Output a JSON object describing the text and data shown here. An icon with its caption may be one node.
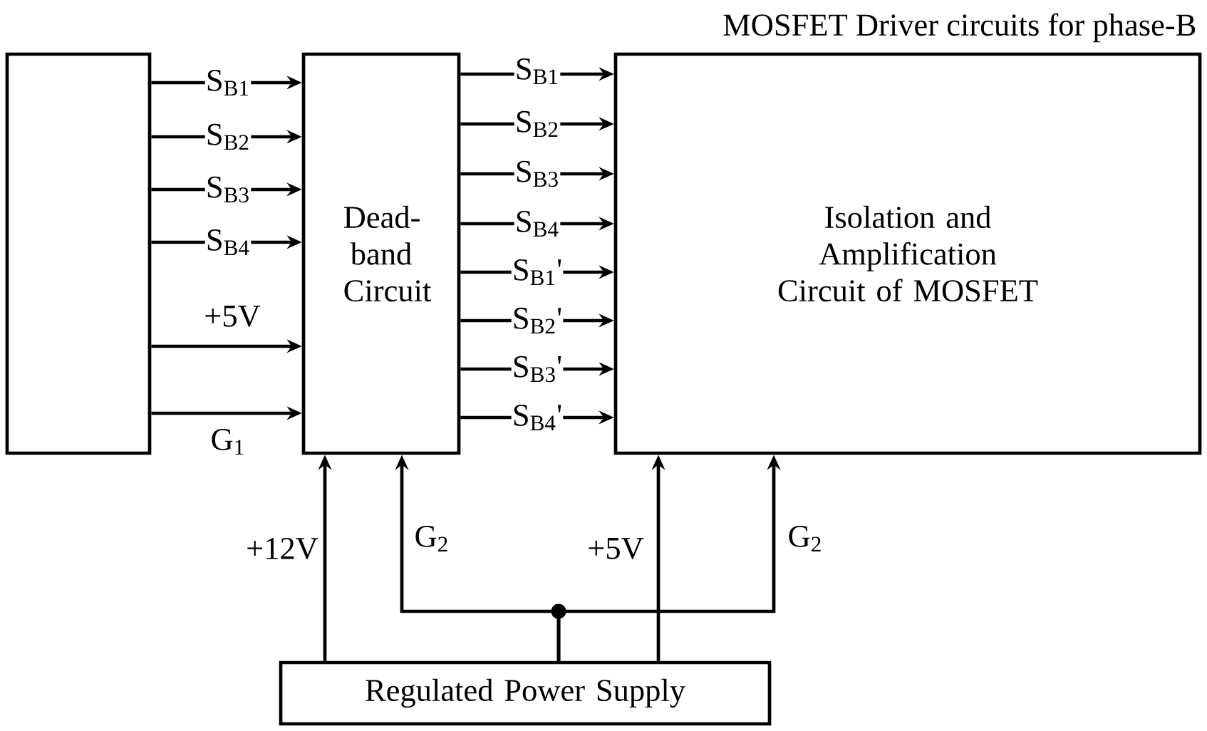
{
  "diagram": {
    "nodes": [
      {
        "text": [],
        "shape": "box"
      },
      {
        "text": [
          "Dead- band Circuit"
        ]
      },
      {
        "text": [
          "MOSFET Driver circuits for phase-B",
          "Isolation and Amplification Circuit of MOSFET"
        ]
      },
      {
        "text": [
          "Regulated Power Supply"
        ]
      }
    ],
    "edges": [
      {
        "from": 0,
        "to": 1,
        "arrow": "to",
        "label": "S$_{B1}$"
      },
      {
        "from": 0,
        "to": 1,
        "arrow": "to",
        "label": "S$_{B2}$"
      },
      {
        "from": 0,
        "to": 1,
        "arrow": "to",
        "label": "S$_{B3}$"
      },
      {
        "from": 0,
        "to": 1,
        "arrow": "to",
        "label": "S$_{B4}$"
      },
      {
        "from": 0,
        "to": 1,
        "arrow": "to",
        "label": "+5V"
      },
      {
        "from": 0,
        "to": 1,
        "arrow": "to",
        "label": "G$_{1}$"
      },
      {
        "from": 1,
        "to": 2,
        "arrow": "to",
        "label": "S$_{B1}$"
      },
      {
        "from": 1,
        "to": 2,
        "arrow": "to",
        "label": "S$_{B2}$"
      },
      {
        "from": 1,
        "to": 2,
        "arrow": "to",
        "label": "S$_{B3}$"
      },
      {
        "from": 1,
        "to": 2,
        "arrow": "to",
        "label": "S$_{B4}$"
      },
      {
        "from": 1,
        "to": 2,
        "arrow": "to",
        "label": "S$_{B1}$'"
      },
      {
        "from": 1,
        "to": 2,
        "arrow": "to",
        "label": "S$_{B2}$'"
      },
      {
        "from": 1,
        "to": 2,
        "arrow": "to",
        "label": "S$_{B3}$'"
      },
      {
        "from": 1,
        "to": 2,
        "arrow": "to",
        "label": "S$_{B4}$'"
      },
      {
        "from": 3,
        "to": 1,
        "arrow": "to",
        "label": "+12V"
      },
      {
        "from": 3,
        "to": 1,
        "arrow": "to",
        "label": "G$_{2}$"
      },
      {
        "from": 3,
        "to": 2,
        "arrow": "to",
        "label": "+5V"
      },
      {
        "from": 3,
        "to": 2,
        "arrow": "to",
        "label": "G$_{2}$"
      }
    ]
  }
}
